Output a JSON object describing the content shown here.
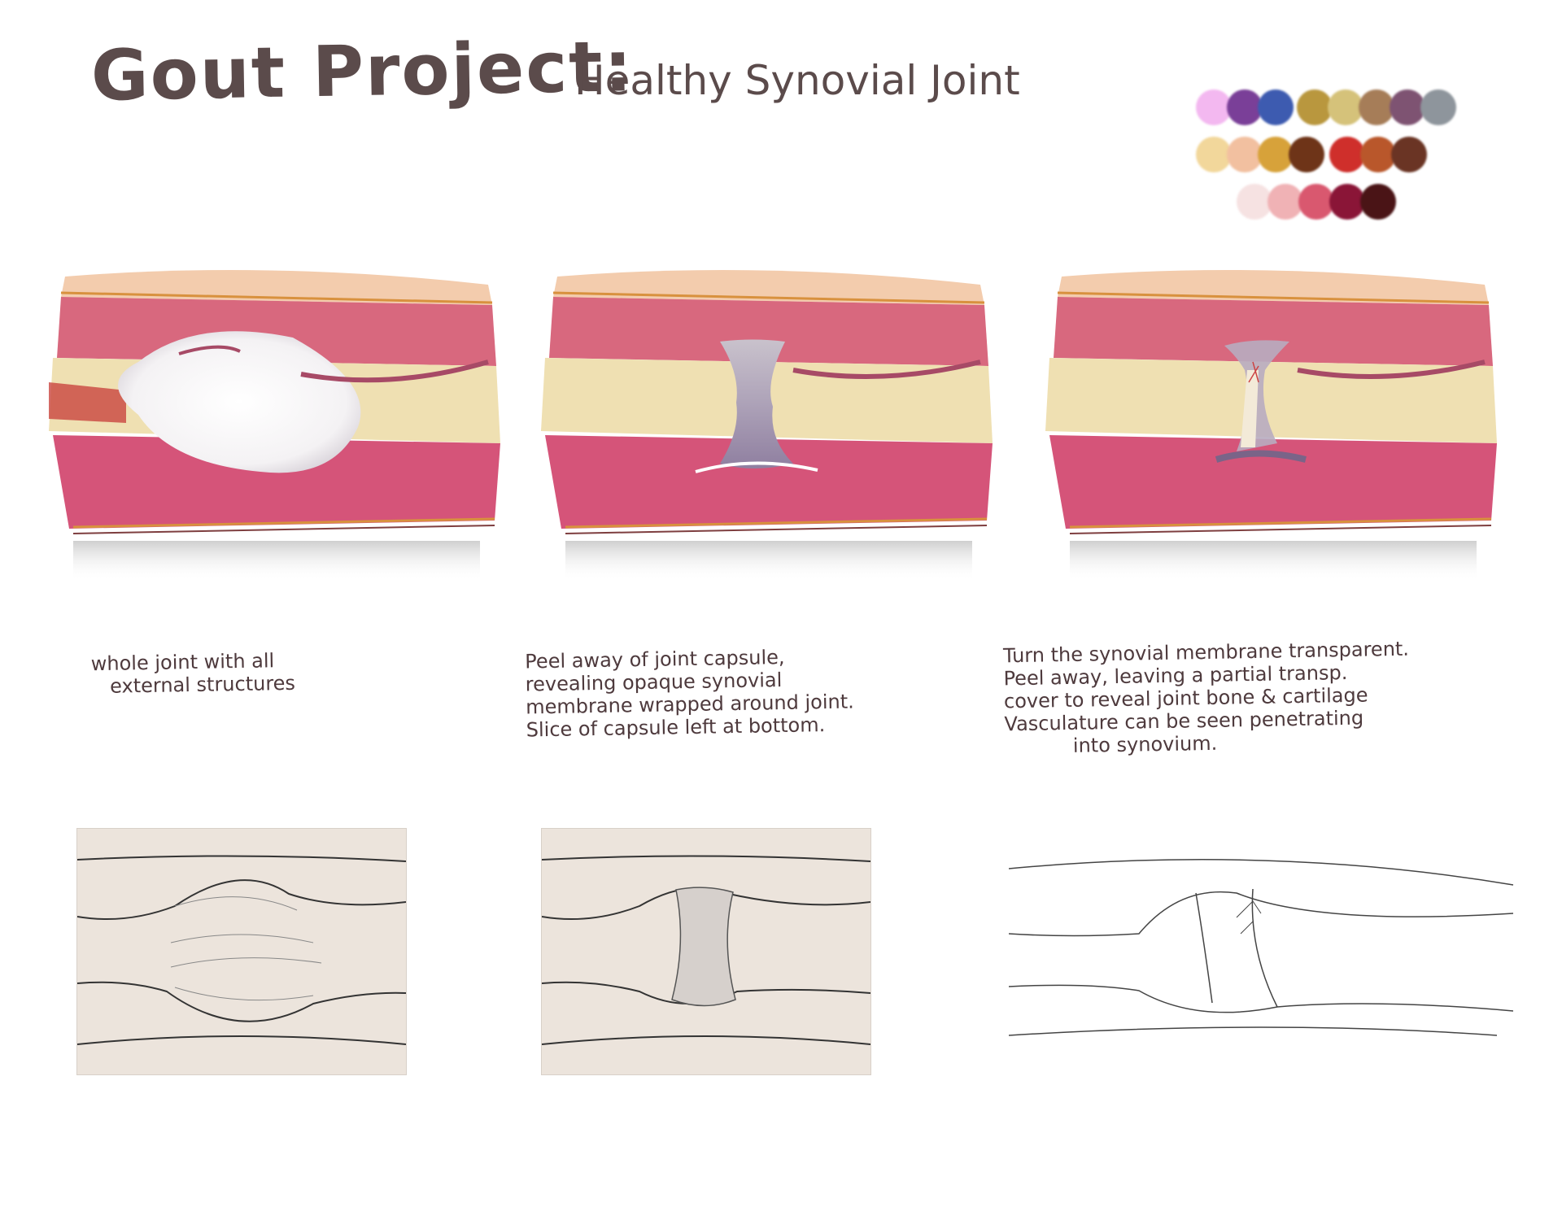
{
  "title": {
    "main": "Gout Project:",
    "sub": "Healthy Synovial Joint"
  },
  "palette": {
    "rows": [
      [
        "#f3b8f0",
        "#7a3f98",
        "#3d5bb0",
        "#b9973e",
        "#d5c27a",
        "#a67d58",
        "#7e5372",
        "#8e959c"
      ],
      [
        "#f2d79b",
        "#f2c0a0",
        "#d7a23a",
        "#6e3418",
        "#cf2f2b",
        "#b9572b",
        "#6a3424"
      ],
      [
        "#f6e2e2",
        "#f0b2b5",
        "#d9586f",
        "#8a1537",
        "#4a1416"
      ]
    ]
  },
  "panels": [
    {
      "caption": "whole joint with all\n   external structures"
    },
    {
      "caption": "Peel away of joint capsule,\nrevealing opaque synovial\nmembrane wrapped around joint.\nSlice of capsule left at bottom."
    },
    {
      "caption": "Turn the synovial membrane transparent.\nPeel away, leaving a partial transp.\ncover to reveal joint bone & cartilage\nVasculature can be seen penetrating\n           into synovium."
    }
  ]
}
